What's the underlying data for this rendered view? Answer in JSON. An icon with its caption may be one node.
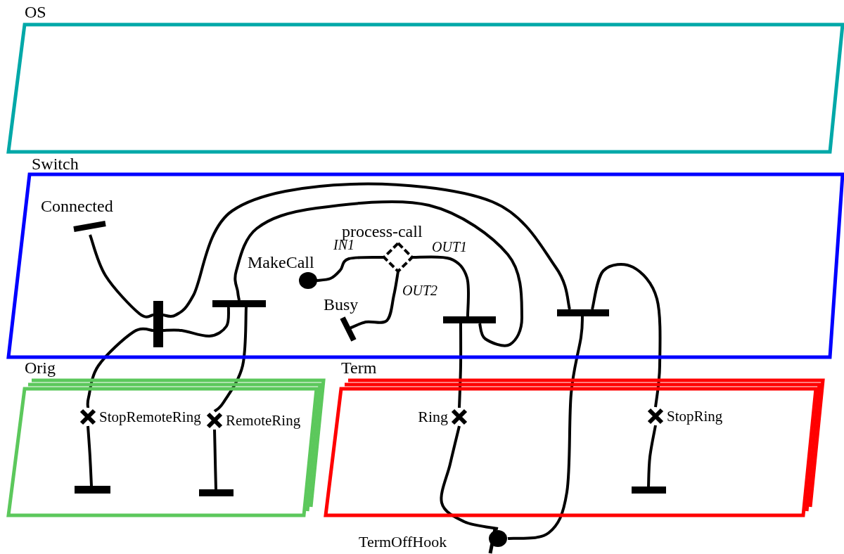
{
  "diagram": {
    "nodes": [
      {
        "text": [
          "OS"
        ]
      },
      {
        "text": [
          "Switch"
        ]
      },
      {
        "text": [
          "Connected"
        ],
        "in": 1
      },
      {
        "text": [
          "process-call"
        ],
        "in": 1
      },
      {
        "text": [
          "MakeCall"
        ],
        "in": 1
      },
      {
        "text": [
          "Busy"
        ],
        "in": 1
      },
      {
        "text": [],
        "shape": "bar",
        "in": 1
      },
      {
        "text": [],
        "shape": "bar",
        "in": 1
      },
      {
        "text": [],
        "shape": "bar",
        "in": 1
      },
      {
        "text": [],
        "shape": "bar",
        "in": 1
      },
      {
        "text": [
          "Orig"
        ]
      },
      {
        "text": [
          "StopRemoteRing"
        ],
        "in": 10
      },
      {
        "text": [
          "RemoteRing"
        ],
        "in": 10
      },
      {
        "text": [],
        "shape": "bar",
        "in": 10
      },
      {
        "text": [],
        "shape": "bar",
        "in": 10
      },
      {
        "text": [
          "Term"
        ]
      },
      {
        "text": [
          "Ring"
        ],
        "in": 15
      },
      {
        "text": [
          "StopRing"
        ],
        "in": 15
      },
      {
        "text": [],
        "shape": "bar",
        "in": 15
      },
      {
        "text": [
          "TermOffHook"
        ]
      }
    ],
    "edges": [
      {
        "from": 4,
        "to": 3,
        "arrow": "none",
        "label": "IN1"
      },
      {
        "from": 3,
        "to": 5,
        "arrow": "none",
        "label": "OUT2"
      },
      {
        "from": 3,
        "to": 8,
        "arrow": "none",
        "label": "OUT1"
      },
      {
        "from": 8,
        "to": 16,
        "arrow": "none"
      },
      {
        "from": 16,
        "to": 19,
        "arrow": "none"
      },
      {
        "from": 19,
        "to": 9,
        "arrow": "none"
      },
      {
        "from": 9,
        "to": 6,
        "arrow": "none"
      },
      {
        "from": 9,
        "to": 17,
        "arrow": "none"
      },
      {
        "from": 17,
        "to": 18,
        "arrow": "none"
      },
      {
        "from": 8,
        "to": 7,
        "arrow": "none"
      },
      {
        "from": 7,
        "to": 6,
        "arrow": "none"
      },
      {
        "from": 7,
        "to": 12,
        "arrow": "none"
      },
      {
        "from": 12,
        "to": 14,
        "arrow": "none"
      },
      {
        "from": 6,
        "to": 2,
        "arrow": "none"
      },
      {
        "from": 6,
        "to": 11,
        "arrow": "none"
      },
      {
        "from": 11,
        "to": 13,
        "arrow": "none"
      }
    ]
  }
}
